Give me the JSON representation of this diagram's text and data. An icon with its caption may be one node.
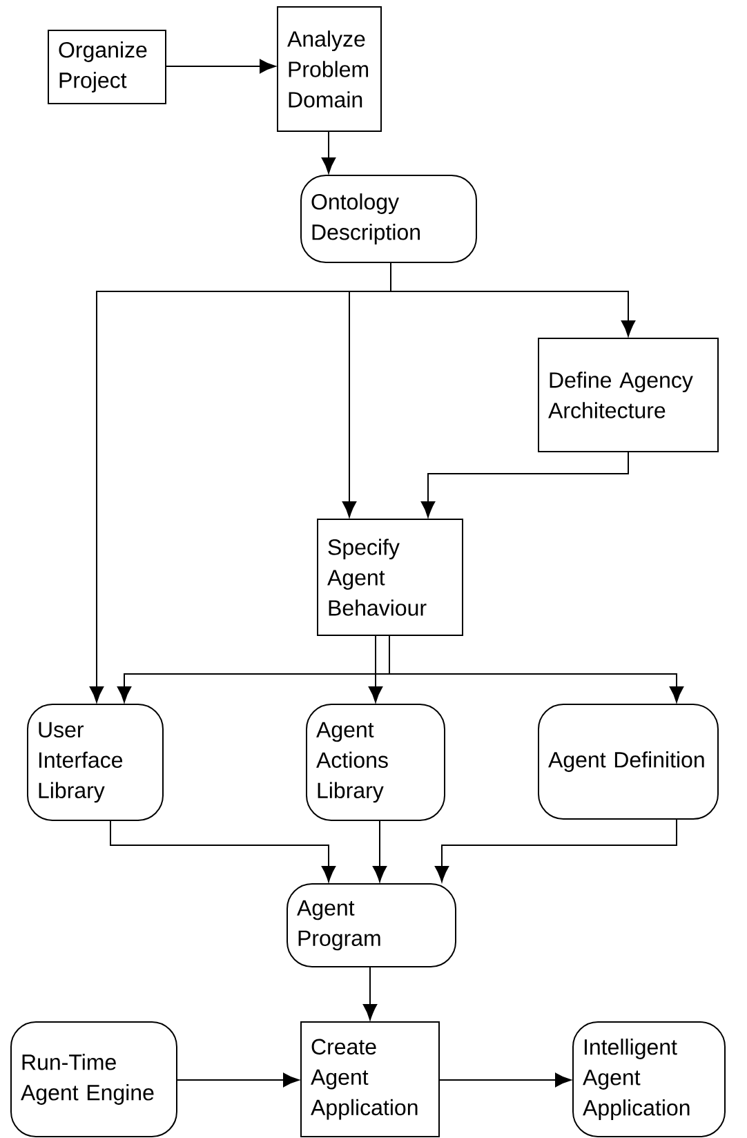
{
  "diagram": {
    "nodes": [
      {
        "text": [
          "Organize Project"
        ]
      },
      {
        "text": [
          "Analyze Problem Domain"
        ]
      },
      {
        "text": [
          "Ontology Description"
        ]
      },
      {
        "text": [
          "Define Agency Architecture"
        ]
      },
      {
        "text": [
          "Specify Agent Behaviour"
        ]
      },
      {
        "text": [
          "User Interface Library"
        ]
      },
      {
        "text": [
          "Agent Actions Library"
        ]
      },
      {
        "text": [
          "Agent Definition"
        ]
      },
      {
        "text": [
          "Agent Program"
        ]
      },
      {
        "text": [
          "Run-Time Agent Engine"
        ]
      },
      {
        "text": [
          "Create Agent Application"
        ]
      },
      {
        "text": [
          "Intelligent Agent Application"
        ]
      }
    ],
    "edges": [
      {
        "from": 0,
        "to": 1,
        "arrow": "to"
      },
      {
        "from": 1,
        "to": 2,
        "arrow": "to"
      },
      {
        "from": 2,
        "to": 5,
        "arrow": "to"
      },
      {
        "from": 2,
        "to": 4,
        "arrow": "to"
      },
      {
        "from": 2,
        "to": 3,
        "arrow": "to"
      },
      {
        "from": 3,
        "to": 4,
        "arrow": "to"
      },
      {
        "from": 4,
        "to": 5,
        "arrow": "to"
      },
      {
        "from": 4,
        "to": 6,
        "arrow": "to"
      },
      {
        "from": 4,
        "to": 7,
        "arrow": "to"
      },
      {
        "from": 5,
        "to": 8,
        "arrow": "to"
      },
      {
        "from": 6,
        "to": 8,
        "arrow": "to"
      },
      {
        "from": 7,
        "to": 8,
        "arrow": "to"
      },
      {
        "from": 8,
        "to": 10,
        "arrow": "to"
      },
      {
        "from": 9,
        "to": 10,
        "arrow": "to"
      },
      {
        "from": 10,
        "to": 11,
        "arrow": "to"
      }
    ]
  }
}
